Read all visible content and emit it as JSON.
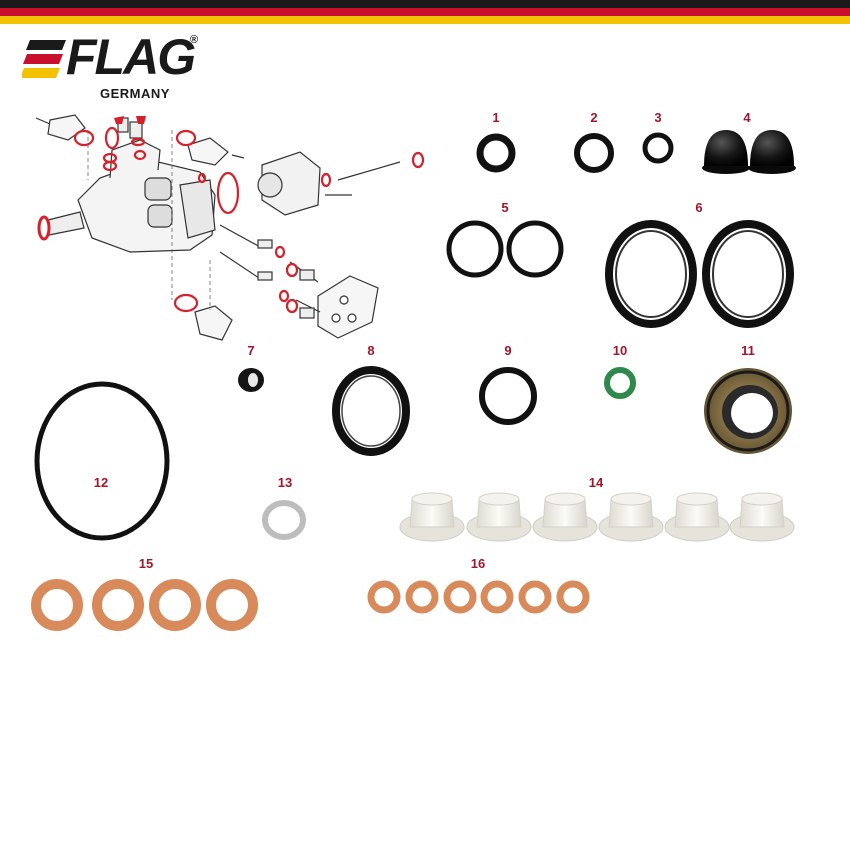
{
  "brand": {
    "name": "FLAG",
    "registered": "®",
    "subtitle": "GERMANY",
    "stripe_colors": [
      "#1a1a1a",
      "#c8102e",
      "#f2c200"
    ],
    "bar_colors": [
      "#1a1a1a",
      "#c8102e",
      "#f2c200"
    ]
  },
  "parts": [
    {
      "label": "1",
      "icon": "o-ring-small-icon"
    },
    {
      "label": "2",
      "icon": "o-ring-small-icon"
    },
    {
      "label": "3",
      "icon": "o-ring-tiny-icon"
    },
    {
      "label": "4",
      "icon": "rubber-cap-icon"
    },
    {
      "label": "5",
      "icon": "o-ring-pair-icon"
    },
    {
      "label": "6",
      "icon": "square-seal-pair-icon"
    },
    {
      "label": "7",
      "icon": "grommet-icon"
    },
    {
      "label": "8",
      "icon": "square-seal-icon"
    },
    {
      "label": "9",
      "icon": "o-ring-icon"
    },
    {
      "label": "10",
      "icon": "green-o-ring-icon"
    },
    {
      "label": "11",
      "icon": "shaft-seal-icon"
    },
    {
      "label": "12",
      "icon": "large-o-ring-icon"
    },
    {
      "label": "13",
      "icon": "metal-washer-icon"
    },
    {
      "label": "14",
      "icon": "nylon-bushing-icon"
    },
    {
      "label": "15",
      "icon": "copper-washer-large-icon"
    },
    {
      "label": "16",
      "icon": "copper-washer-small-icon"
    }
  ],
  "colors": {
    "label": "#a0162a",
    "rubber": "#111111",
    "green": "#2e8a4a",
    "copper": "#d98a5a",
    "steel": "#c8c8c8",
    "nylon": "#eeeeea",
    "diagram_red": "#d8202a"
  }
}
